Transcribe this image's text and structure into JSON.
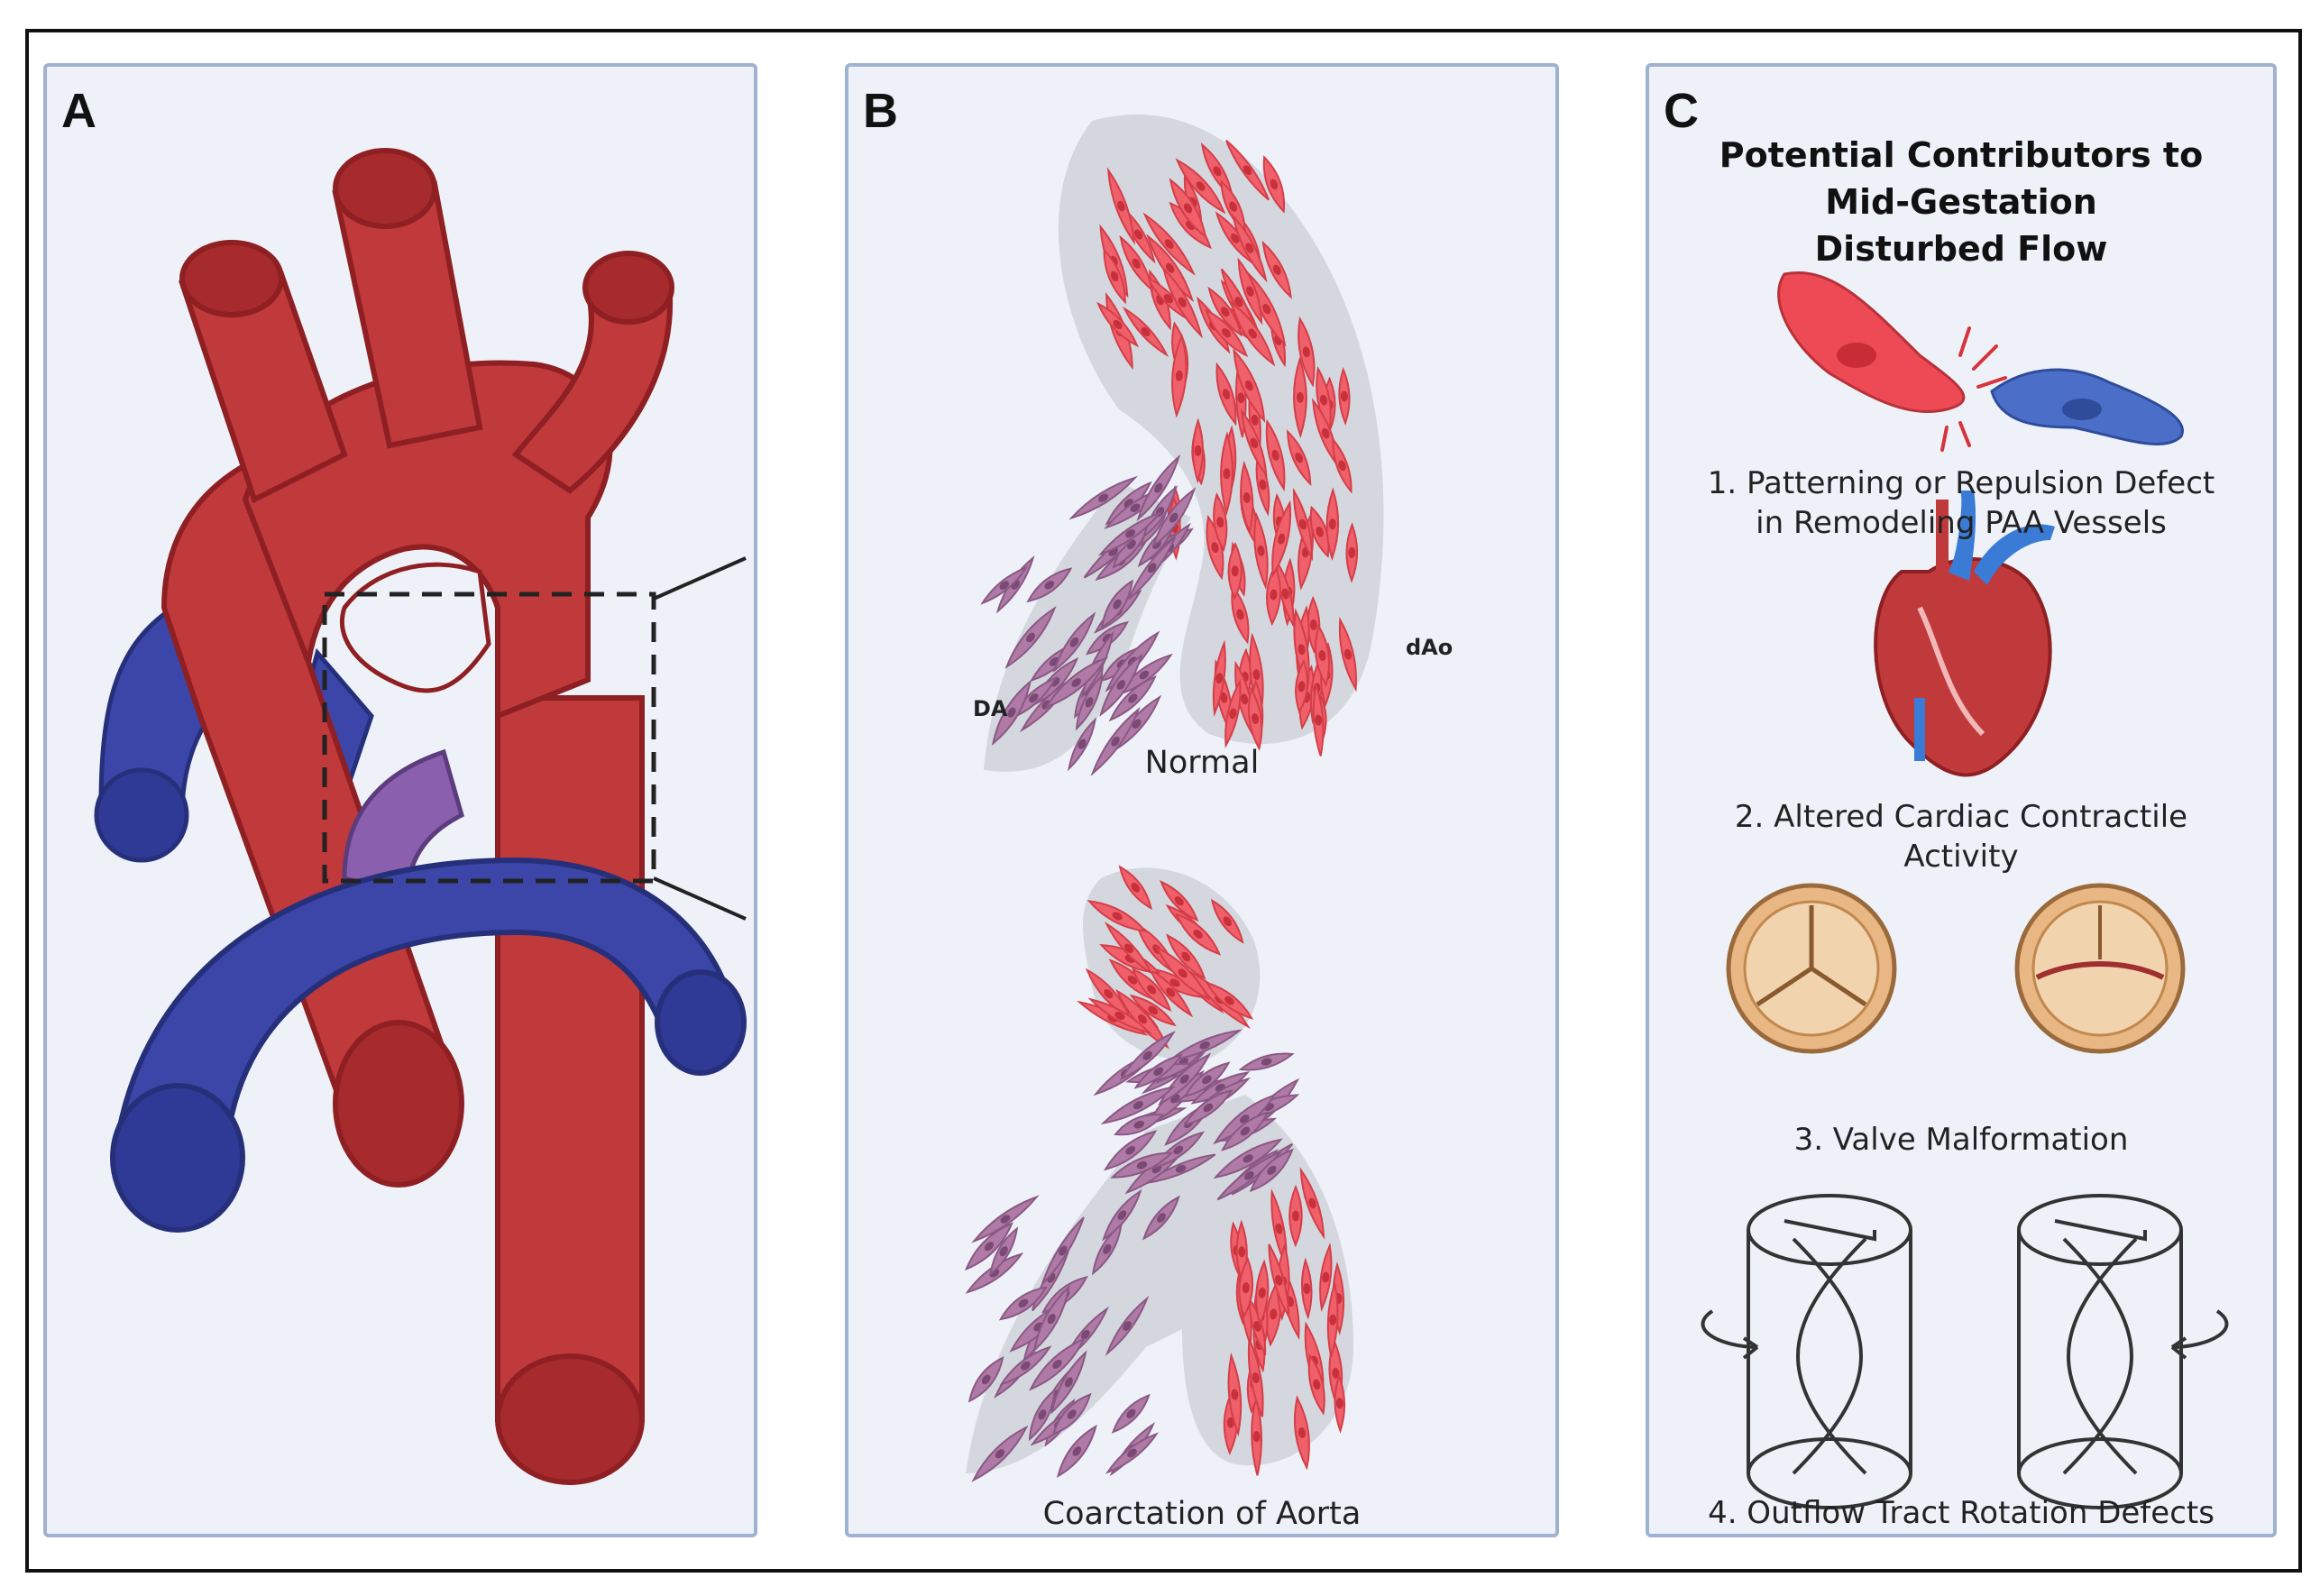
{
  "panel_a": {
    "letter": "A"
  },
  "panel_b": {
    "letter": "B",
    "label_da": "DA",
    "label_dao": "dAo",
    "caption_normal": "Normal",
    "caption_coarctation": "Coarctation of Aorta"
  },
  "panel_c": {
    "letter": "C",
    "title_lines": [
      "Potential Contributors to",
      "Mid-Gestation",
      "Disturbed Flow"
    ],
    "item1_lines": [
      "1. Patterning or Repulsion Defect",
      "in Remodeling PAA Vessels"
    ],
    "item2_lines": [
      "2. Altered Cardiac Contractile",
      "Activity"
    ],
    "item3": "3. Valve Malformation",
    "item4": "4. Outflow Tract Rotation Defects"
  },
  "colors": {
    "artery": "#c0393b",
    "artery_dark": "#8e1f22",
    "vein": "#3b46a8",
    "vein_dark": "#26307a",
    "ductus": "#8a5fae",
    "smooth_muscle_red": "#f0606a",
    "smooth_muscle_purple": "#b07aa6",
    "panel_bg": "#eef2f8",
    "panel_border": "#9fb2d0"
  }
}
